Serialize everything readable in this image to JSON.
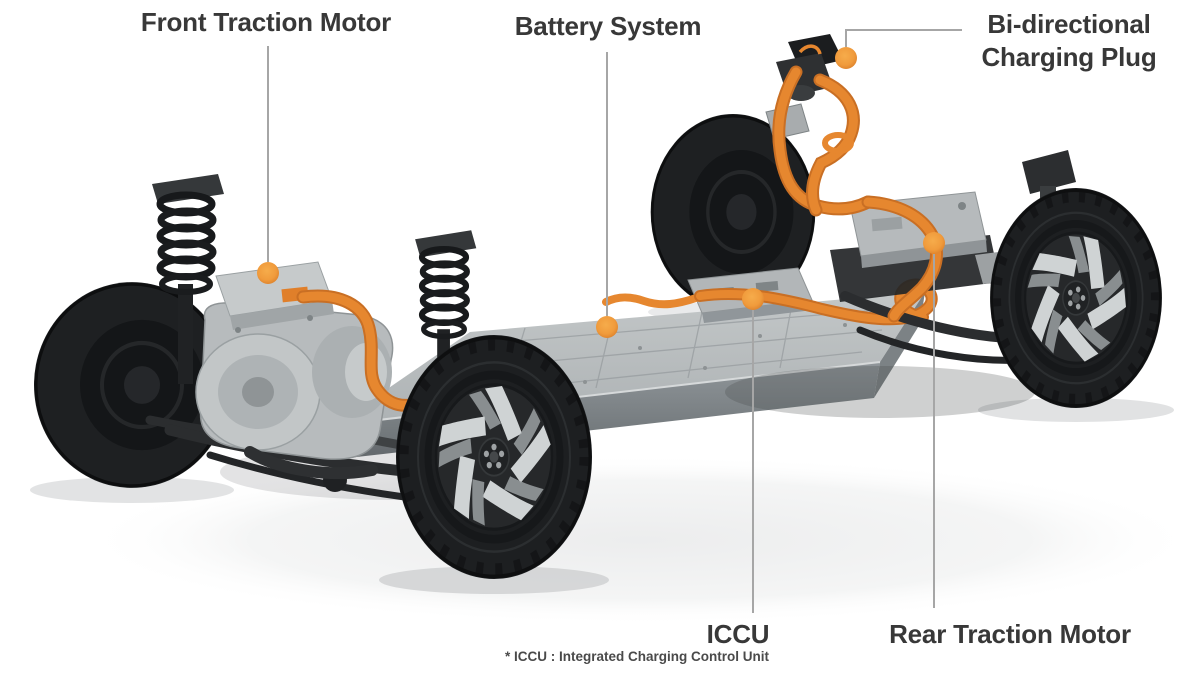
{
  "callouts": [
    {
      "id": "front-traction-motor",
      "label": "Front Traction Motor"
    },
    {
      "id": "battery-system",
      "label": "Battery System"
    },
    {
      "id": "bi-directional-charging-plug",
      "label": "Bi-directional Charging Plug"
    },
    {
      "id": "iccu",
      "label": "ICCU"
    },
    {
      "id": "rear-traction-motor",
      "label": "Rear Traction Motor"
    }
  ],
  "footnote": "* ICCU : Integrated Charging Control Unit",
  "illustration": {
    "subject": "electric-vehicle-skateboard-platform-chassis",
    "parts": [
      "front-traction-motor-unit",
      "battery-pack",
      "iccu-unit",
      "rear-traction-motor-unit",
      "bi-directional-charging-plug",
      "alloy-wheels",
      "coil-spring-struts",
      "high-voltage-orange-cables"
    ]
  },
  "colors": {
    "background": "#FFFFFF",
    "marker_orange": "#F09B3C",
    "cable_orange": "#E6872F",
    "label_text": "#383838",
    "footnote_text": "#4A4A4A",
    "leader_line": "#A6A6A6",
    "battery_gray": "#B5B9BA",
    "tire_black": "#1D1F21"
  }
}
